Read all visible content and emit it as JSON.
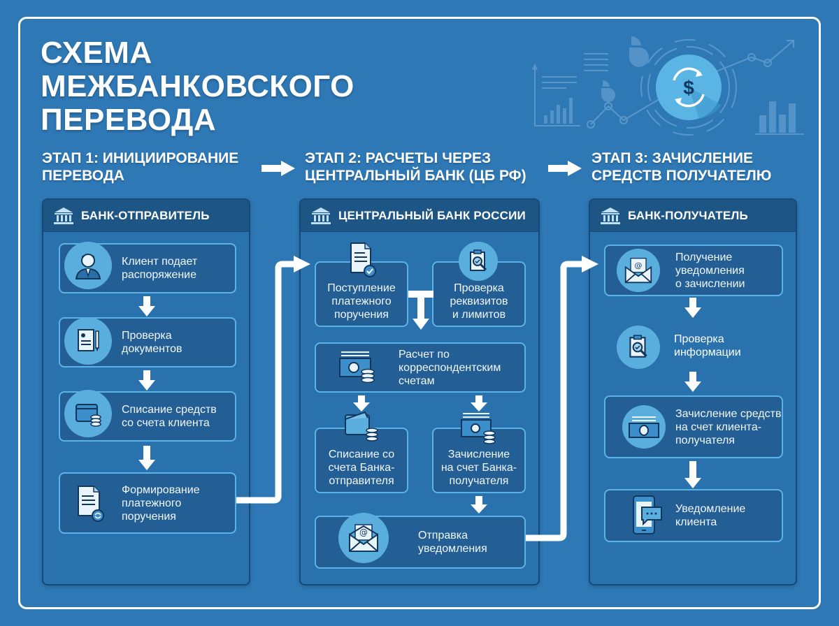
{
  "title": {
    "line1": "СХЕМА",
    "line2": "МЕЖБАНКОВСКОГО",
    "line3": "ПЕРЕВОДА"
  },
  "stages": [
    {
      "line1": "ЭТАП 1: ИНИЦИИРОВАНИЕ",
      "line2": "ПЕРЕВОДА"
    },
    {
      "line1": "ЭТАП 2: РАСЧЕТЫ ЧЕРЕЗ",
      "line2": "ЦЕНТРАЛЬНЫЙ БАНК (ЦБ РФ)"
    },
    {
      "line1": "ЭТАП 3: ЗАЧИСЛЕНИЕ",
      "line2": "СРЕДСТВ ПОЛУЧАТЕЛЮ"
    }
  ],
  "panels": {
    "sender": {
      "header": "БАНК-ОТПРАВИТЕЛЬ",
      "icon": "bank-icon",
      "steps": [
        {
          "icon": "client-icon",
          "line1": "Клиент подает",
          "line2": "распоряжение"
        },
        {
          "icon": "documents-icon",
          "line1": "Проверка",
          "line2": "документов"
        },
        {
          "icon": "wallet-coins-icon",
          "line1": "Списание средств",
          "line2": "со счета клиента"
        },
        {
          "icon": "payment-order-icon",
          "line1": "Формирование",
          "line2": "платежного",
          "line3": "поручения"
        }
      ]
    },
    "central": {
      "header": "ЦЕНТРАЛЬНЫЙ БАНК РОССИИ",
      "icon": "bank-icon",
      "steps": [
        {
          "icon": "document-check-icon",
          "line1": "Поступление",
          "line2": "платежного",
          "line3": "поручения"
        },
        {
          "icon": "clipboard-search-icon",
          "line1": "Проверка",
          "line2": "реквизитов",
          "line3": "и лимитов"
        },
        {
          "icon": "money-coins-icon",
          "line1": "Расчет по",
          "line2": "корреспондентским",
          "line3": "счетам"
        },
        {
          "icon": "wallet-coins-icon",
          "line1": "Списание со",
          "line2": "счета Банка-",
          "line3": "отправителя"
        },
        {
          "icon": "money-coins-icon",
          "line1": "Зачисление",
          "line2": "на счет Банка-",
          "line3": "получателя"
        },
        {
          "icon": "email-icon",
          "line1": "Отправка",
          "line2": "уведомления"
        }
      ]
    },
    "receiver": {
      "header": "БАНК-ПОЛУЧАТЕЛЬ",
      "icon": "bank-icon",
      "steps": [
        {
          "icon": "email-icon",
          "line1": "Получение",
          "line2": "уведомления",
          "line3": "о зачислении"
        },
        {
          "icon": "clipboard-search-icon",
          "line1": "Проверка",
          "line2": "информации"
        },
        {
          "icon": "banknote-icon",
          "line1": "Зачисление средств",
          "line2": "на счет клиента-",
          "line3": "получателя"
        },
        {
          "icon": "phone-message-icon",
          "line1": "Уведомление",
          "line2": "клиента"
        }
      ]
    }
  },
  "decoration": {
    "icon": "dollar-exchange-icon",
    "symbol": "$"
  },
  "colors": {
    "background": "#2e78b6",
    "panel": "#2a72ae",
    "panel_header": "#1d5585",
    "box": "#235f95",
    "box_border": "#5cb3e6",
    "icon_circle": "#5aaede",
    "arrow": "#ffffff"
  }
}
